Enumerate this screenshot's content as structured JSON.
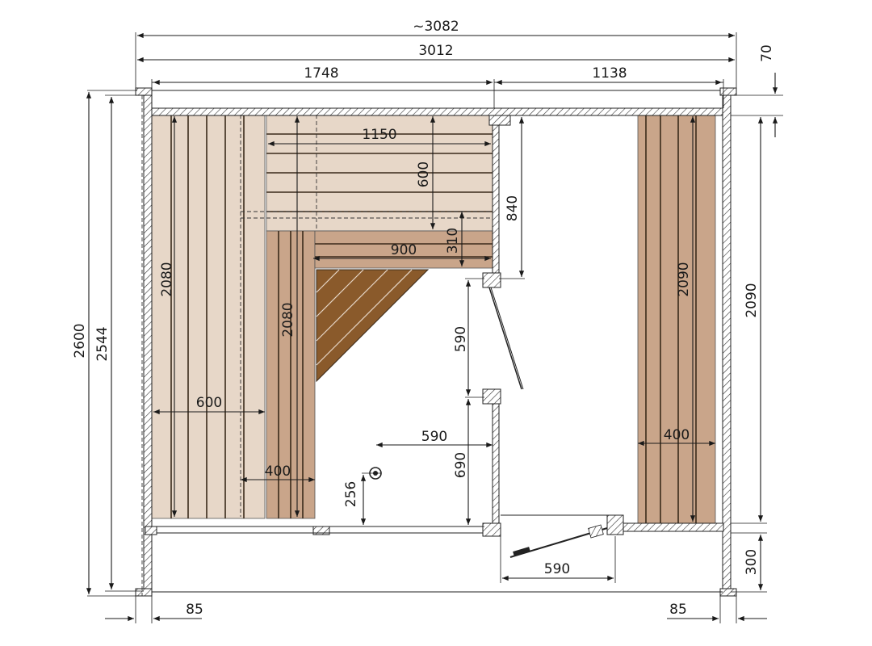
{
  "colors": {
    "bench_light": "#e7d7c8",
    "bench_mid": "#c9a58a",
    "bench_dark": "#8a5a2b",
    "line": "#1a1a1a"
  },
  "dimensions": {
    "overall_width_approx": "~3082",
    "width": "3012",
    "sauna_width": "1748",
    "room_width": "1138",
    "top_offset": "70",
    "upper_bench_length": "1150",
    "upper_bench_depth": "600",
    "door_wall_length": "840",
    "lower_bench_length": "900",
    "step_height": "310",
    "left_bench_length": "2080",
    "middle_bench_length": "2080",
    "right_bench_length": "2090",
    "right_wall_length": "2090",
    "left_bench_depth": "600",
    "lower_bench_depth": "400",
    "right_bench_depth": "400",
    "door_opening": "590",
    "heater_distance": "590",
    "heater_offset": "256",
    "partition_length": "690",
    "outer_door_opening": "590",
    "total_height": "2600",
    "inner_height": "2544",
    "bottom_depth": "300",
    "wall_left": "85",
    "wall_right": "85"
  }
}
